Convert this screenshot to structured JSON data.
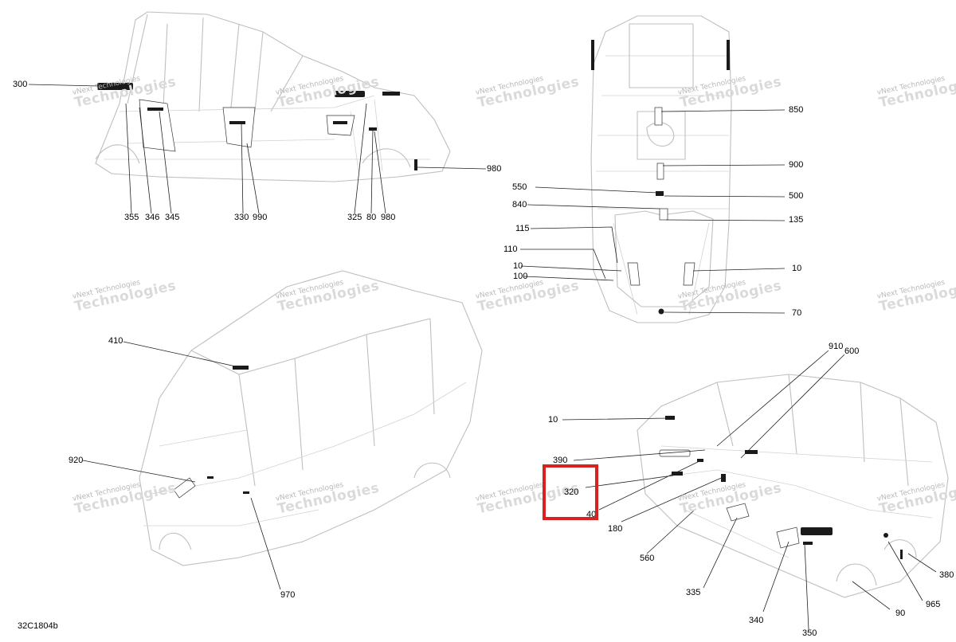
{
  "diagram": {
    "drawing_code": "32C1804b",
    "watermark": {
      "line1": "vNext Technologies",
      "line2": "Technologies"
    },
    "highlight_color": "#d92121",
    "callouts": {
      "v1": [
        "300",
        "355",
        "346",
        "345",
        "330",
        "990",
        "325",
        "80",
        "980",
        "980"
      ],
      "v2": [
        "850",
        "900",
        "550",
        "500",
        "840",
        "135",
        "115",
        "110",
        "10",
        "10",
        "100",
        "70"
      ],
      "v3": [
        "410",
        "920",
        "970"
      ],
      "v4": [
        "910",
        "600",
        "10",
        "390",
        "320",
        "40",
        "180",
        "560",
        "335",
        "340",
        "350",
        "90",
        "965",
        "380"
      ]
    },
    "highlighted_callout": "320"
  }
}
